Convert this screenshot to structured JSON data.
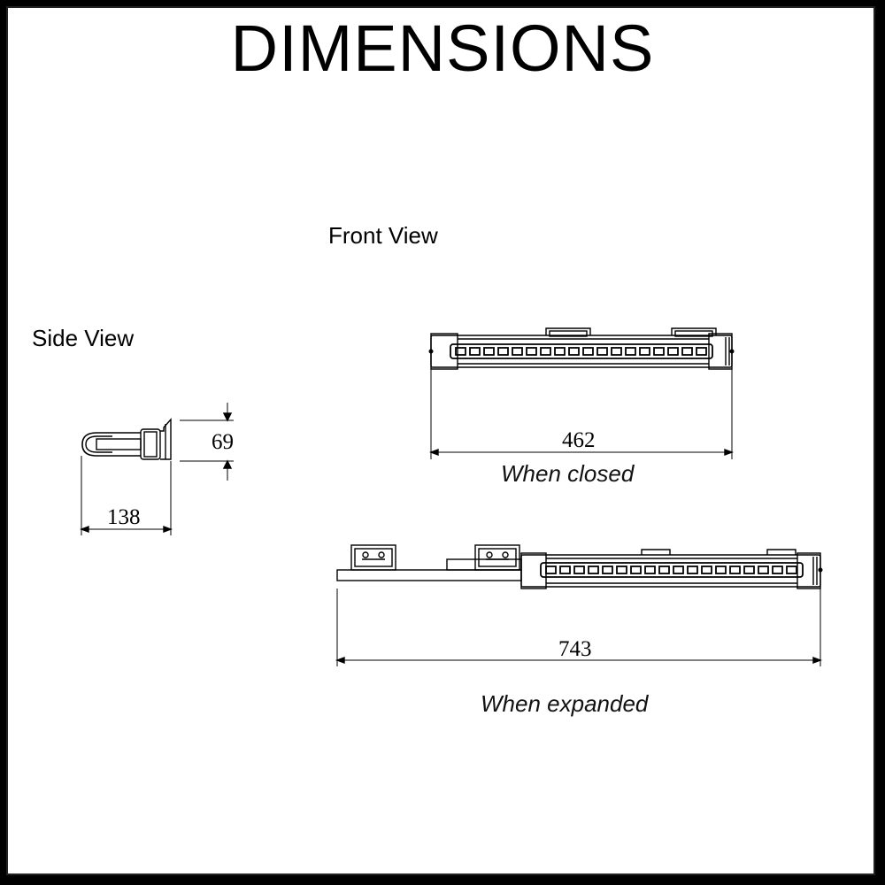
{
  "title": "DIMENSIONS",
  "views": {
    "front_label": "Front View",
    "side_label": "Side View"
  },
  "side": {
    "height": "69",
    "depth": "138"
  },
  "closed": {
    "width": "462",
    "caption": "When closed"
  },
  "expanded": {
    "width": "743",
    "caption": "When expanded"
  },
  "colors": {
    "line": "#000000",
    "background": "#ffffff",
    "border": "#000000"
  }
}
